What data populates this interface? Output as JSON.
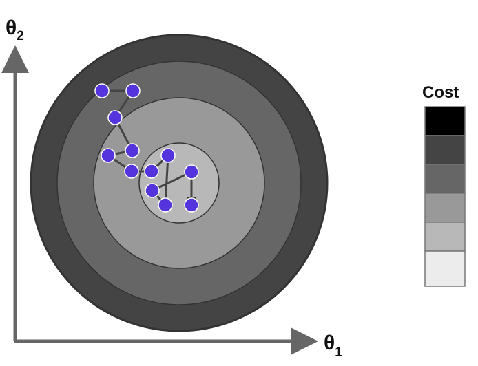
{
  "axes": {
    "x_symbol": "θ",
    "x_subscript": "1",
    "y_symbol": "θ",
    "y_subscript": "2",
    "axis_color": "#666666"
  },
  "legend": {
    "title": "Cost",
    "swatches": [
      "#000000",
      "#444444",
      "#666666",
      "#999999",
      "#b8b8b8",
      "#ececec"
    ]
  },
  "contours": {
    "fills": [
      "#444444",
      "#666666",
      "#999999",
      "#b8b8b8",
      "#ececec"
    ],
    "stroke": "#333333"
  },
  "path": {
    "point_color": "#5533dd",
    "line_color": "#444444"
  }
}
